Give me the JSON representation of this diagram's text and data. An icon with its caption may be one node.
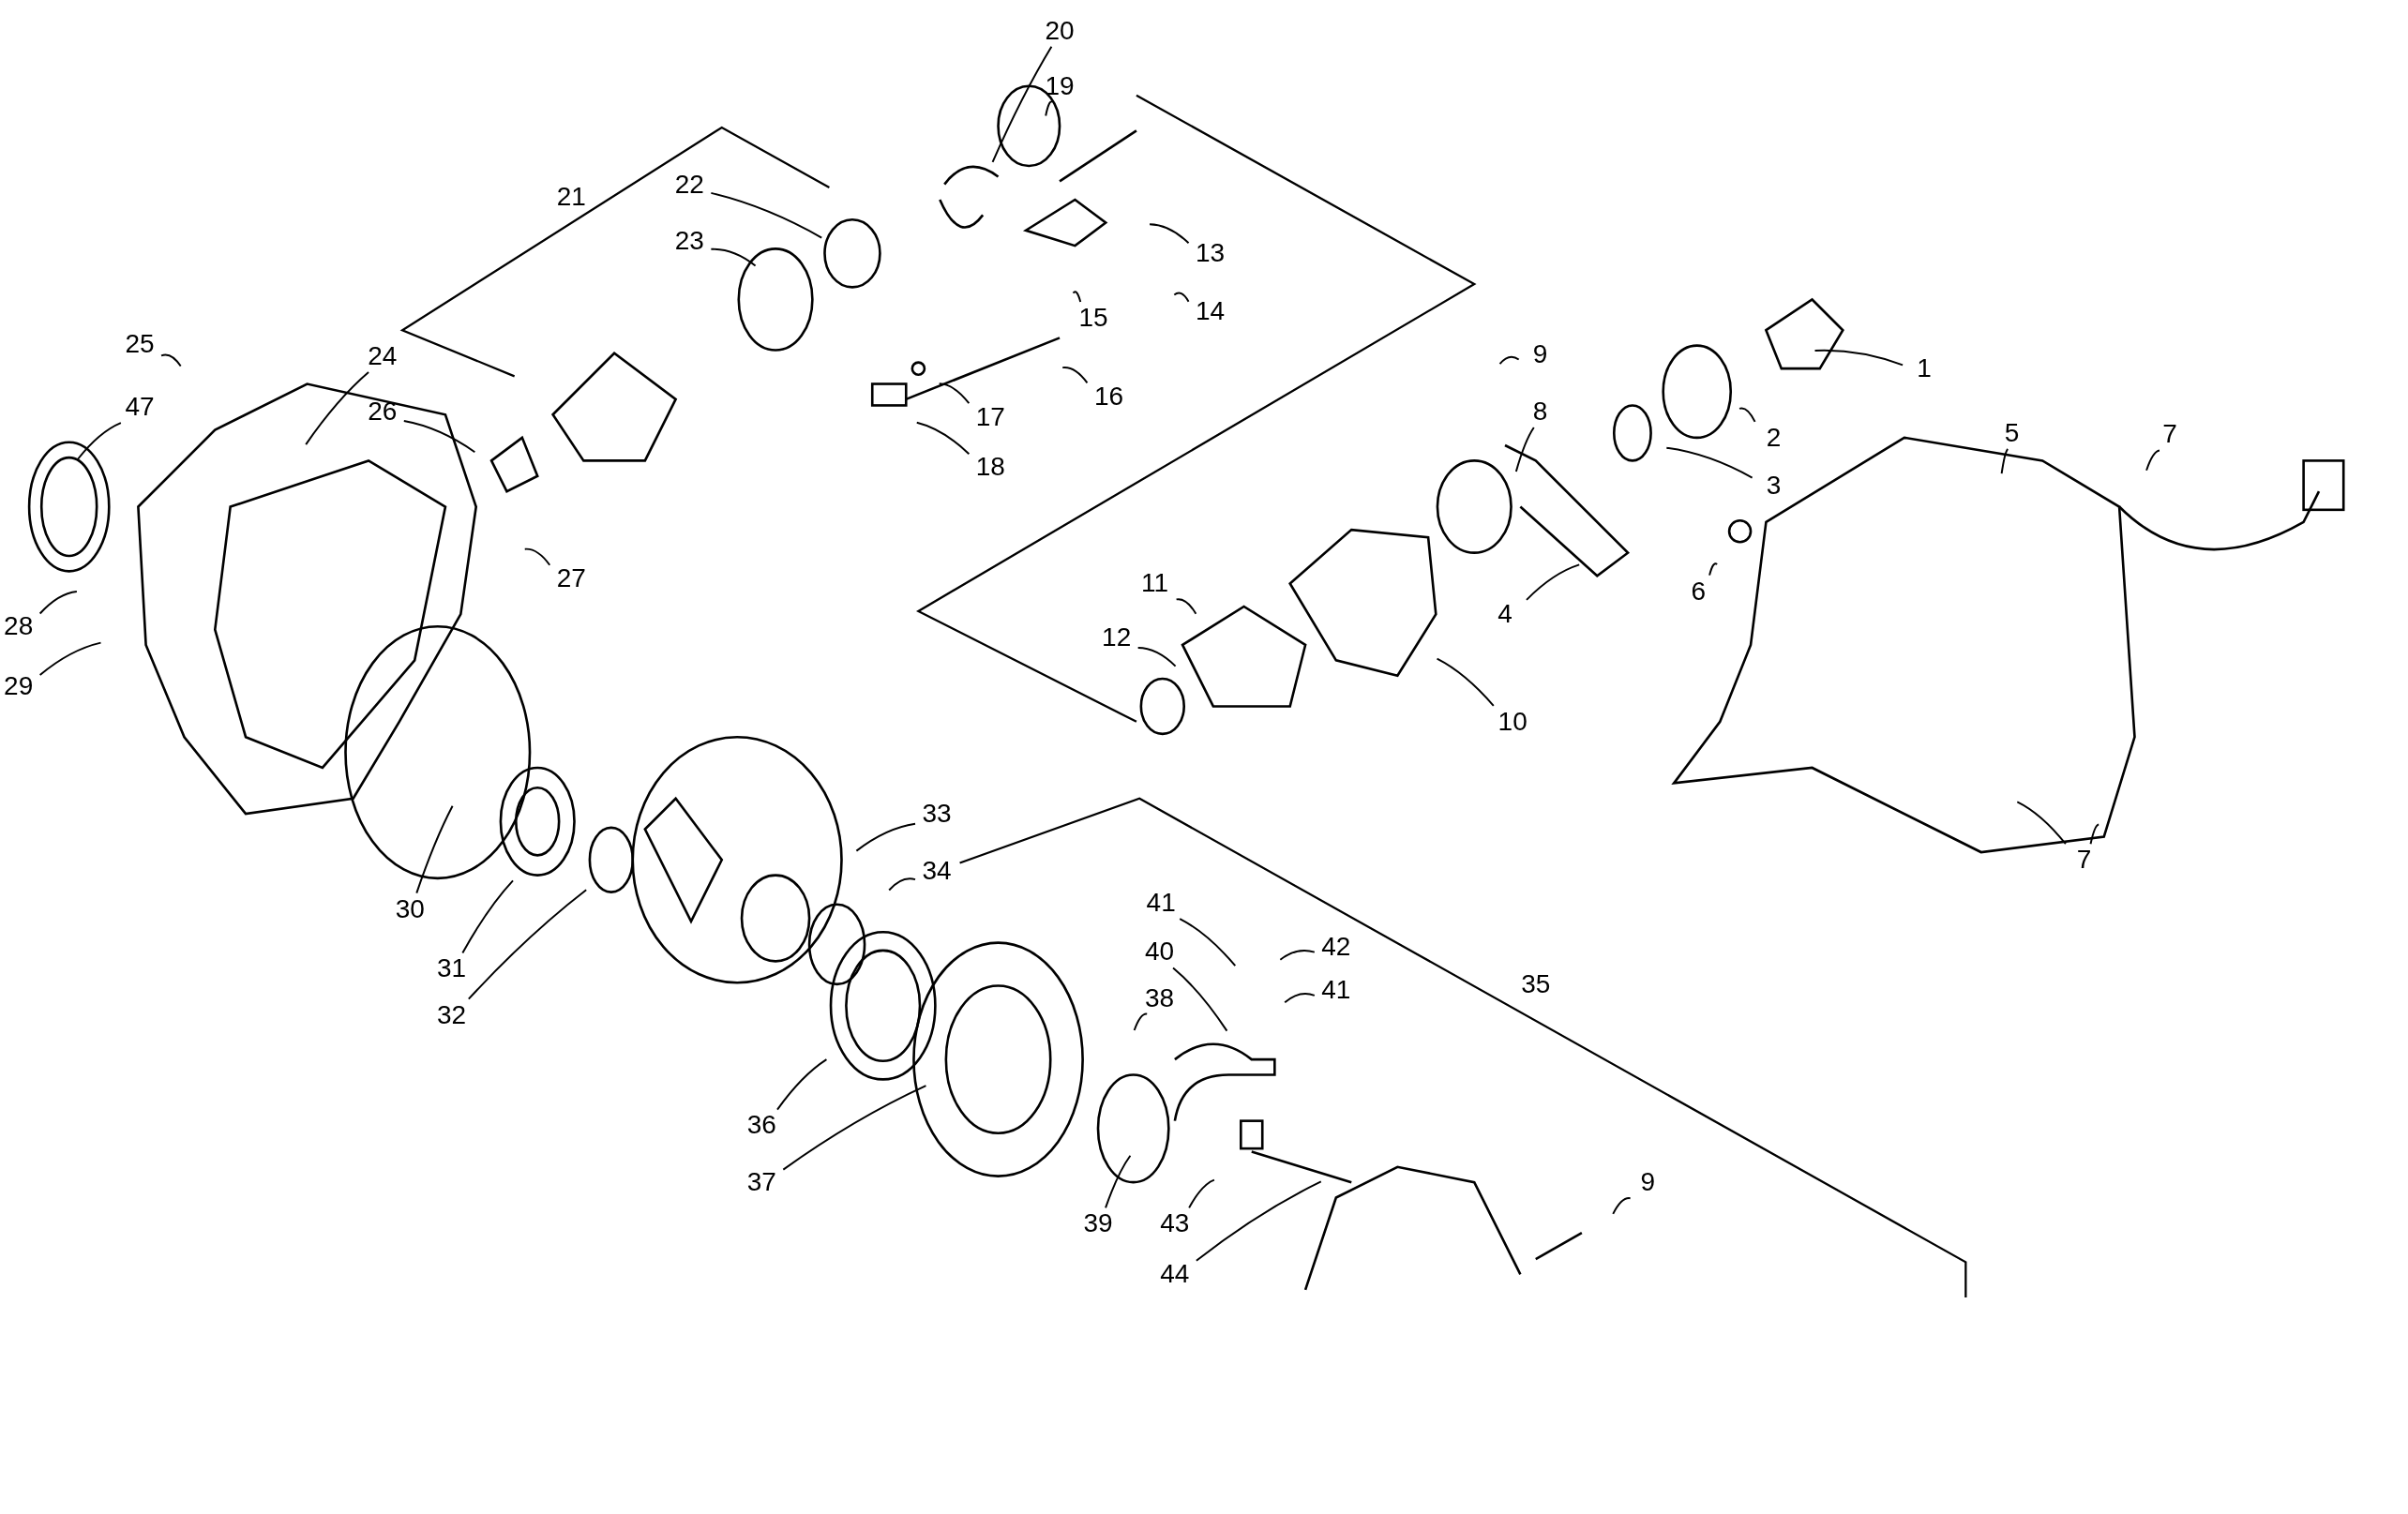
{
  "diagram": {
    "nodes": [
      {
        "text": [
          "1"
        ]
      },
      {
        "text": [
          "2"
        ]
      },
      {
        "text": [
          "3"
        ]
      },
      {
        "text": [
          "4"
        ]
      },
      {
        "text": [
          "5"
        ]
      },
      {
        "text": [
          "6"
        ]
      },
      {
        "text": [
          "7"
        ]
      },
      {
        "text": [
          "7"
        ]
      },
      {
        "text": [
          "8"
        ]
      },
      {
        "text": [
          "9"
        ]
      },
      {
        "text": [
          "9"
        ]
      },
      {
        "text": [
          "10"
        ]
      },
      {
        "text": [
          "11"
        ]
      },
      {
        "text": [
          "12"
        ]
      },
      {
        "text": [
          "13"
        ]
      },
      {
        "text": [
          "14"
        ]
      },
      {
        "text": [
          "15"
        ]
      },
      {
        "text": [
          "16"
        ]
      },
      {
        "text": [
          "17"
        ]
      },
      {
        "text": [
          "18"
        ]
      },
      {
        "text": [
          "19"
        ]
      },
      {
        "text": [
          "20"
        ]
      },
      {
        "text": [
          "22"
        ]
      },
      {
        "text": [
          "23"
        ]
      },
      {
        "text": [
          "24"
        ]
      },
      {
        "text": [
          "25"
        ]
      },
      {
        "text": [
          "26"
        ]
      },
      {
        "text": [
          "27"
        ]
      },
      {
        "text": [
          "28"
        ]
      },
      {
        "text": [
          "29"
        ]
      },
      {
        "text": [
          "30"
        ]
      },
      {
        "text": [
          "31"
        ]
      },
      {
        "text": [
          "32"
        ]
      },
      {
        "text": [
          "33"
        ]
      },
      {
        "text": [
          "34"
        ]
      },
      {
        "text": [
          "36"
        ]
      },
      {
        "text": [
          "37"
        ]
      },
      {
        "text": [
          "38"
        ]
      },
      {
        "text": [
          "39"
        ]
      },
      {
        "text": [
          "40"
        ]
      },
      {
        "text": [
          "41"
        ]
      },
      {
        "text": [
          "42"
        ]
      },
      {
        "text": [
          "41"
        ]
      },
      {
        "text": [
          "43"
        ]
      },
      {
        "text": [
          "44"
        ]
      },
      {
        "text": [
          "47"
        ]
      }
    ],
    "edges": [
      {
        "from": 0,
        "to": null,
        "arrow": "none"
      },
      {
        "from": 1,
        "to": null,
        "arrow": "none"
      },
      {
        "from": 2,
        "to": null,
        "arrow": "none"
      },
      {
        "from": 3,
        "to": null,
        "arrow": "none"
      },
      {
        "from": 4,
        "to": null,
        "arrow": "none"
      },
      {
        "from": 5,
        "to": null,
        "arrow": "none"
      },
      {
        "from": 6,
        "to": null,
        "arrow": "none"
      },
      {
        "from": 7,
        "to": null,
        "arrow": "none"
      },
      {
        "from": 7,
        "to": null,
        "arrow": "none"
      },
      {
        "from": 8,
        "to": null,
        "arrow": "none"
      },
      {
        "from": 9,
        "to": null,
        "arrow": "none"
      },
      {
        "from": 10,
        "to": null,
        "arrow": "none"
      },
      {
        "from": 11,
        "to": null,
        "arrow": "none"
      },
      {
        "from": 12,
        "to": null,
        "arrow": "none"
      },
      {
        "from": 13,
        "to": null,
        "arrow": "none"
      },
      {
        "from": 14,
        "to": null,
        "arrow": "none"
      },
      {
        "from": 15,
        "to": null,
        "arrow": "none"
      },
      {
        "from": 16,
        "to": null,
        "arrow": "none"
      },
      {
        "from": 17,
        "to": null,
        "arrow": "none"
      },
      {
        "from": 18,
        "to": null,
        "arrow": "none"
      },
      {
        "from": 19,
        "to": null,
        "arrow": "none"
      },
      {
        "from": 20,
        "to": null,
        "arrow": "none"
      },
      {
        "from": 21,
        "to": null,
        "arrow": "none"
      },
      {
        "from": 22,
        "to": null,
        "arrow": "none"
      },
      {
        "from": 23,
        "to": null,
        "arrow": "none"
      },
      {
        "from": 24,
        "to": null,
        "arrow": "none"
      },
      {
        "from": 25,
        "to": null,
        "arrow": "none"
      },
      {
        "from": 26,
        "to": null,
        "arrow": "none"
      },
      {
        "from": 27,
        "to": null,
        "arrow": "none"
      },
      {
        "from": 28,
        "to": null,
        "arrow": "none"
      },
      {
        "from": 29,
        "to": null,
        "arrow": "none"
      },
      {
        "from": 30,
        "to": null,
        "arrow": "none"
      },
      {
        "from": 31,
        "to": null,
        "arrow": "none"
      },
      {
        "from": 32,
        "to": null,
        "arrow": "none"
      },
      {
        "from": 33,
        "to": null,
        "arrow": "none"
      },
      {
        "from": 34,
        "to": null,
        "arrow": "none"
      },
      {
        "from": 35,
        "to": null,
        "arrow": "none"
      },
      {
        "from": 36,
        "to": null,
        "arrow": "none"
      },
      {
        "from": 37,
        "to": null,
        "arrow": "none"
      },
      {
        "from": 38,
        "to": null,
        "arrow": "none"
      },
      {
        "from": 39,
        "to": null,
        "arrow": "none"
      },
      {
        "from": 40,
        "to": null,
        "arrow": "none"
      },
      {
        "from": 41,
        "to": null,
        "arrow": "none"
      },
      {
        "from": 42,
        "to": null,
        "arrow": "none"
      },
      {
        "from": 43,
        "to": null,
        "arrow": "none"
      },
      {
        "from": 44,
        "to": null,
        "arrow": "none"
      },
      {
        "from": 45,
        "to": null,
        "arrow": "none"
      }
    ],
    "labels": [
      "21",
      "35"
    ]
  }
}
